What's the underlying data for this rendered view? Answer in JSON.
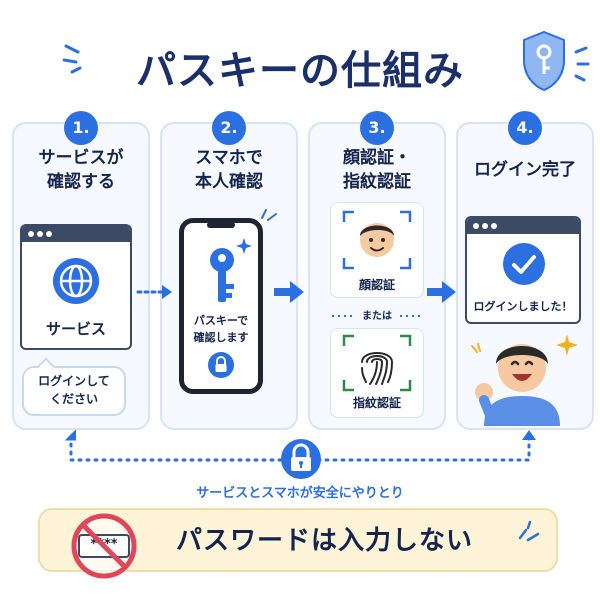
{
  "title": "パスキーの仕組み",
  "steps": [
    {
      "number": "1.",
      "title_line1": "サービスが",
      "title_line2": "確認する"
    },
    {
      "number": "2.",
      "title_line1": "スマホで",
      "title_line2": "本人確認"
    },
    {
      "number": "3.",
      "title_line1": "顔認証・",
      "title_line2": "指紋認証"
    },
    {
      "number": "4.",
      "title_line1": "ログイン完了",
      "title_line2": ""
    }
  ],
  "step1": {
    "service_label": "サービス",
    "bubble_line1": "ログインして",
    "bubble_line2": "ください"
  },
  "step2": {
    "phone_line1": "パスキーで",
    "phone_line2": "確認します"
  },
  "step3": {
    "face_label": "顔認証",
    "or_label": "または",
    "finger_label": "指紋認証"
  },
  "step4": {
    "done_label": "ログインしました！"
  },
  "connection_label": "サービスとスマホが安全にやりとり",
  "banner": {
    "password_mask": "****",
    "text": "パスワードは入力しない"
  },
  "colors": {
    "accent": "#2b6fe0",
    "navy": "#1b2f6b",
    "banner_bg": "#fff4d8",
    "prohibit": "#e0485a"
  }
}
